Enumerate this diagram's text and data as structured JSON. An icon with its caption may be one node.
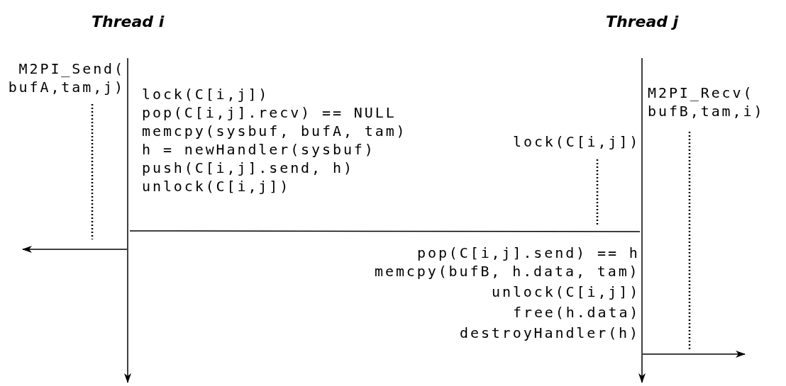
{
  "diagram": {
    "labels": [
      "Thread i",
      "Thread j",
      "M2PI_Send( bufA,tam,j)",
      "lock(C[i,j])",
      "pop(C[i,j].recv) == NULL",
      "memcpy(sysbuf, bufA, tam)",
      "h = newHandler(sysbuf)",
      "push(C[i,j].send, h)",
      "unlock(C[i,j])",
      "M2PI_Recv( bufB,tam,i)",
      "lock(C[i,j])",
      "pop(C[i,j].send) == h",
      "memcpy(bufB, h.data, tam)",
      "unlock(C[i,j])",
      "free(h.data)",
      "destroyHandler(h)"
    ]
  }
}
